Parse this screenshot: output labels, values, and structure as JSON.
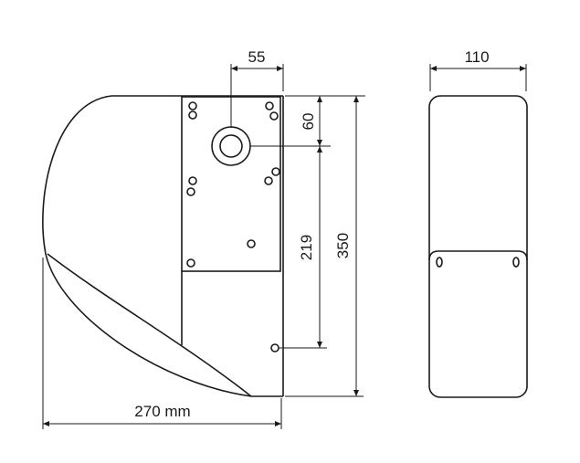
{
  "dimensions": {
    "shaft_offset": "55",
    "top_to_shaft": "60",
    "shaft_to_bottom_mount": "219",
    "total_height": "350",
    "width": "270 mm",
    "depth": "110"
  },
  "colors": {
    "line": "#1a1a1a",
    "background": "#ffffff"
  }
}
